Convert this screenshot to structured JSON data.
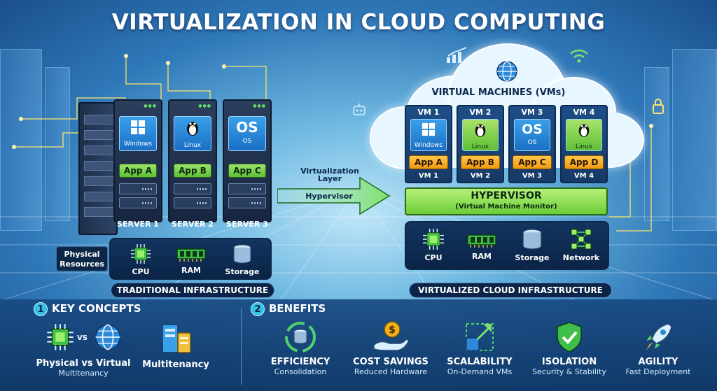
{
  "title": "VIRTUALIZATION IN CLOUD COMPUTING",
  "traditional": {
    "servers": [
      {
        "label": "SERVER 1",
        "os": "Windows",
        "app": "App A"
      },
      {
        "label": "SERVER 2",
        "os": "Linux",
        "app": "App B"
      },
      {
        "label": "SERVER 3",
        "os": "OS",
        "os_glyph": "OS",
        "app": "App C"
      }
    ],
    "physical_label_line1": "Physical",
    "physical_label_line2": "Resources",
    "resources": [
      "CPU",
      "RAM",
      "Storage"
    ],
    "footer": "TRADITIONAL INFRASTRUCTURE"
  },
  "arrow": {
    "line1": "Virtualization",
    "line2": "Layer",
    "line3": "Hypervisor"
  },
  "virtualized": {
    "heading": "VIRTUAL MACHINES (VMs)",
    "vms": [
      {
        "name": "VM 1",
        "os": "Windows",
        "app": "App A",
        "sub": "VM 1"
      },
      {
        "name": "VM 2",
        "os": "Linux",
        "app": "App B",
        "sub": "VM 2"
      },
      {
        "name": "VM 3",
        "os": "OS",
        "os_glyph": "OS",
        "app": "App C",
        "sub": "VM 3"
      },
      {
        "name": "VM 4",
        "os": "Linux",
        "app": "App D",
        "sub": "VM 4"
      }
    ],
    "hypervisor_title": "HYPERVISOR",
    "hypervisor_sub": "(Virtual Machine Monitor)",
    "resources": [
      "CPU",
      "RAM",
      "Storage",
      "Network"
    ],
    "footer": "VIRTUALIZED CLOUD INFRASTRUCTURE"
  },
  "key_concepts": {
    "number": "1",
    "heading": "KEY CONCEPTS",
    "vs": "VS",
    "item1_title": "Physical vs Virtual",
    "item1_sub": "Multitenancy",
    "item2_title": "Multitenancy"
  },
  "benefits": {
    "number": "2",
    "heading": "BENEFITS",
    "items": [
      {
        "title": "EFFICIENCY",
        "sub": "Consolidation",
        "icon": "recycle-database-icon"
      },
      {
        "title": "COST SAVINGS",
        "sub": "Reduced Hardware",
        "icon": "money-hand-icon"
      },
      {
        "title": "SCALABILITY",
        "sub": "On-Demand VMs",
        "icon": "scale-up-icon"
      },
      {
        "title": "ISOLATION",
        "sub": "Security & Stability",
        "icon": "shield-check-icon"
      },
      {
        "title": "AGILITY",
        "sub": "Fast Deployment",
        "icon": "rocket-icon"
      }
    ]
  },
  "colors": {
    "accent_green": "#6ccd36",
    "app_orange": "#f09a12",
    "navy": "#0b2447"
  }
}
